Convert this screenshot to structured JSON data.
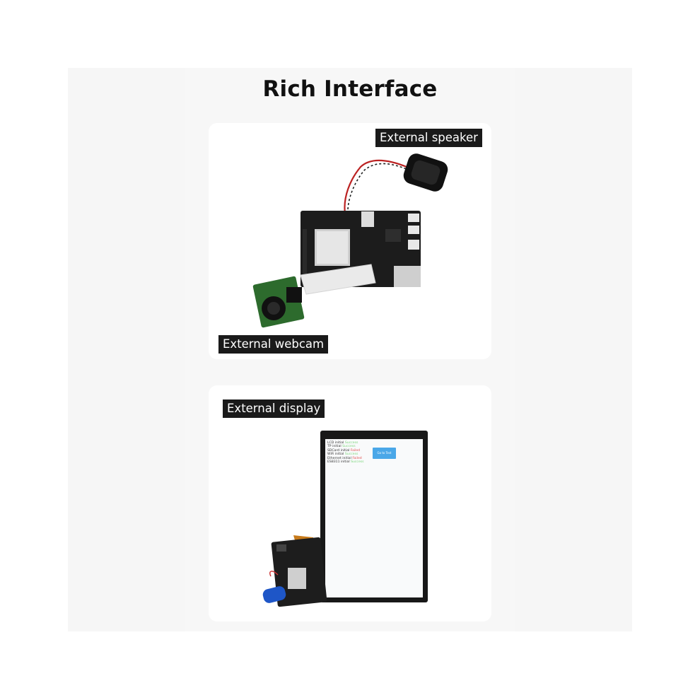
{
  "title": "Rich Interface",
  "labels": {
    "speaker": "External speaker",
    "webcam": "External webcam",
    "display": "External display"
  },
  "screen": {
    "lines": [
      {
        "name": "LCD initial",
        "status": "Success",
        "color": "#7bd67b"
      },
      {
        "name": "TP initial",
        "status": "Success",
        "color": "#7bd67b"
      },
      {
        "name": "SDCard initial",
        "status": "Failed",
        "color": "#e05050"
      },
      {
        "name": "WiFi initial",
        "status": "Success",
        "color": "#7bd67b"
      },
      {
        "name": "Ethernet initial",
        "status": "Failed",
        "color": "#e05050"
      },
      {
        "name": "ES8311 initial",
        "status": "Success",
        "color": "#7bd67b"
      }
    ],
    "button": "Go to Test"
  },
  "colors": {
    "page": "#ffffff",
    "panel": "#f6f6f6",
    "card": "#ffffff",
    "label_bg": "#1a1a1a",
    "label_text": "#ffffff",
    "screen_button": "#4aa7e8"
  }
}
